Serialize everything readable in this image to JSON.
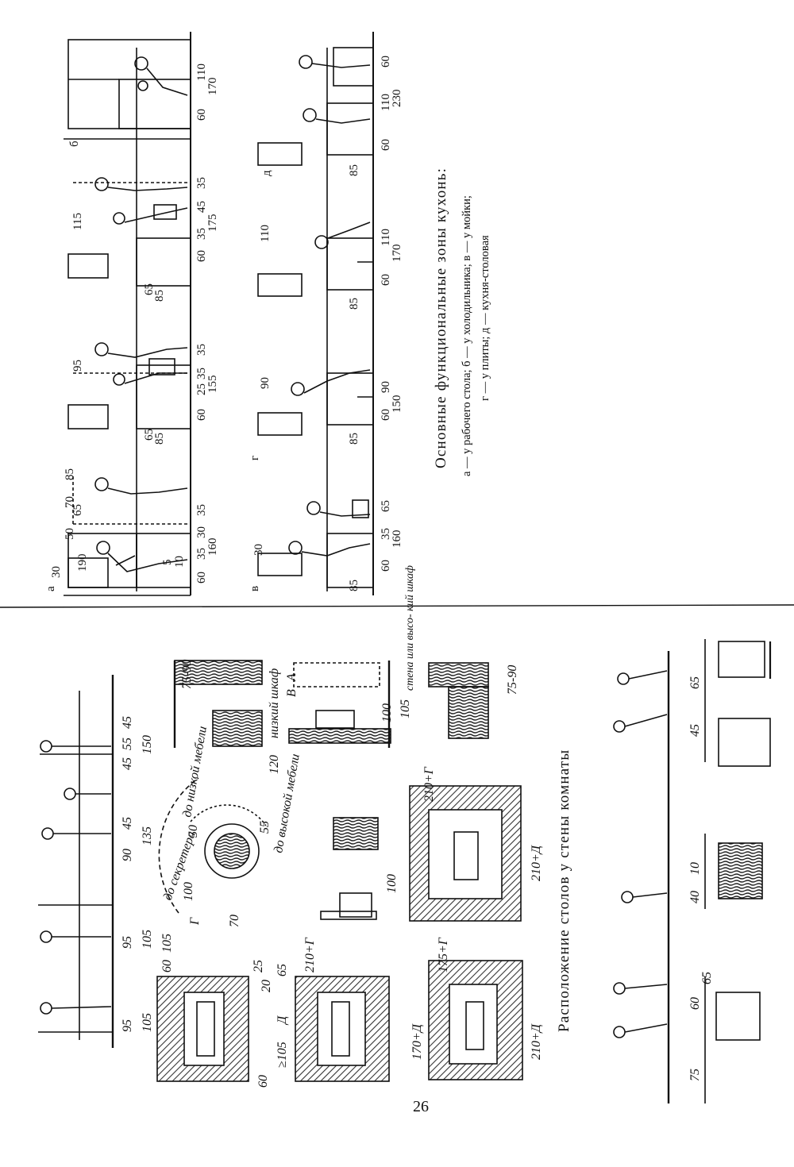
{
  "upper": {
    "title": "Основные функциональные зоны кухонь:",
    "caption_line1": "а — у рабочего стола; б — у холодильника; в — у мойки;",
    "caption_line2": "г — у плиты; д — кухня-столовая",
    "panels": {
      "a": {
        "letter": "а",
        "dims": [
          "30",
          "190",
          "50",
          "70",
          "85",
          "60",
          "35",
          "30",
          "35",
          "160",
          "65",
          "5",
          "10"
        ]
      },
      "b": {
        "dims": [
          "95",
          "85",
          "65",
          "60",
          "25",
          "35",
          "35",
          "155"
        ]
      },
      "c": {
        "dims": [
          "115",
          "85",
          "65",
          "60",
          "35",
          "45",
          "35",
          "175"
        ]
      },
      "d": {
        "letter": "б",
        "dims": [
          "60",
          "110",
          "170"
        ]
      },
      "e": {
        "letter": "в",
        "dims": [
          "30",
          "85",
          "60",
          "35",
          "65",
          "160"
        ]
      },
      "f": {
        "letter": "г",
        "dims": [
          "90",
          "85",
          "60",
          "90",
          "150"
        ]
      },
      "g": {
        "dims": [
          "110",
          "85",
          "60",
          "110",
          "170"
        ]
      },
      "h": {
        "letter": "д",
        "dims": [
          "85",
          "60",
          "110",
          "60",
          "230"
        ]
      }
    }
  },
  "lower": {
    "title": "Расположение столов у стены комнаты",
    "dims": {
      "d95a": "95",
      "d105a": "105",
      "d95b": "95",
      "d105b": "105",
      "d90": "90",
      "d45a": "45",
      "d135": "135",
      "d45b": "45",
      "d55": "55",
      "d45c": "45",
      "d150": "150",
      "d60a": "60",
      "d105c": "105",
      "dF": "Г",
      "d70": "70",
      "d25": "25",
      "d60b": "60",
      "dgt105": "≥105",
      "dD": "Д",
      "d20": "20",
      "d65a": "65",
      "d210F_a": "210+Г",
      "d170D": "170+Д",
      "d175F": "175+Г",
      "d210D_a": "210+Д",
      "d100a": "100",
      "d210F_b": "210+Г",
      "d210D_b": "210+Д",
      "d120": "120",
      "d75_90a": "75-90",
      "d100b": "100",
      "d105d": "105",
      "d75_90b": "75-90",
      "d75": "75",
      "d60c": "60",
      "d65b": "65",
      "d40": "40",
      "d10": "10",
      "d45d": "45",
      "d65c": "65",
      "d50": "50",
      "d55b": "55",
      "d100c": "100"
    },
    "notes": {
      "secretaire": "до секретера",
      "low_furniture": "до низкой мебели",
      "high_furniture": "до высокой мебели",
      "low_cabinet": "низкий шкаф",
      "wall_or_cabinet": "стена или высо- кий шкаф",
      "mark_B": "В",
      "mark_A": "А"
    }
  },
  "page_number": "26",
  "colors": {
    "ink": "#111111",
    "paper": "#ffffff",
    "hatch": "#333333"
  }
}
